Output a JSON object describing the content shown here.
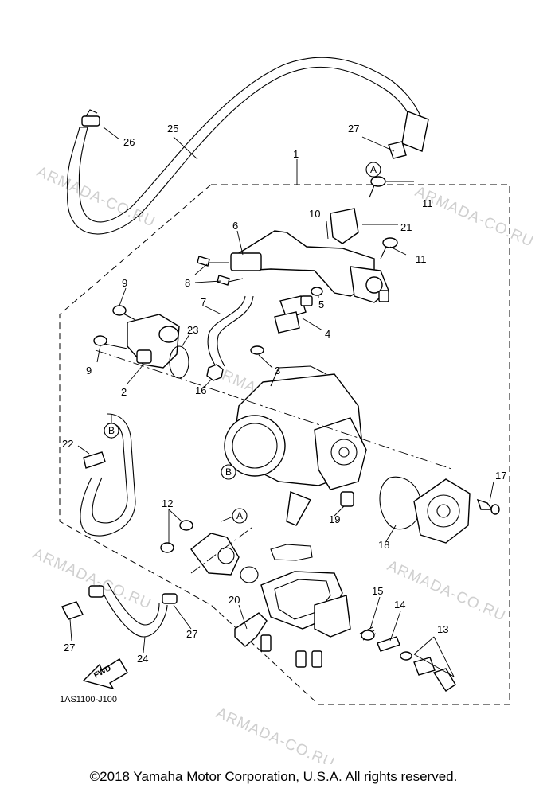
{
  "watermarks": [
    "ARMADA-CO.RU",
    "ARMADA-CO.RU",
    "ARMADA-CO.RU",
    "ARMADA-CO.RU",
    "ARMADA-CO.RU",
    "ARMADA-CO.RU"
  ],
  "callout_letters": [
    "A",
    "A",
    "B",
    "B"
  ],
  "part_labels": [
    "1",
    "2",
    "3",
    "4",
    "5",
    "6",
    "7",
    "8",
    "9",
    "9",
    "10",
    "11",
    "11",
    "12",
    "13",
    "14",
    "15",
    "16",
    "17",
    "18",
    "19",
    "20",
    "21",
    "22",
    "23",
    "24",
    "25",
    "26",
    "27",
    "27",
    "27"
  ],
  "diagram_code": "1AS1100-J100",
  "fwd_label": "FWD",
  "copyright": "©2018 Yamaha Motor Corporation, U.S.A. All rights reserved."
}
